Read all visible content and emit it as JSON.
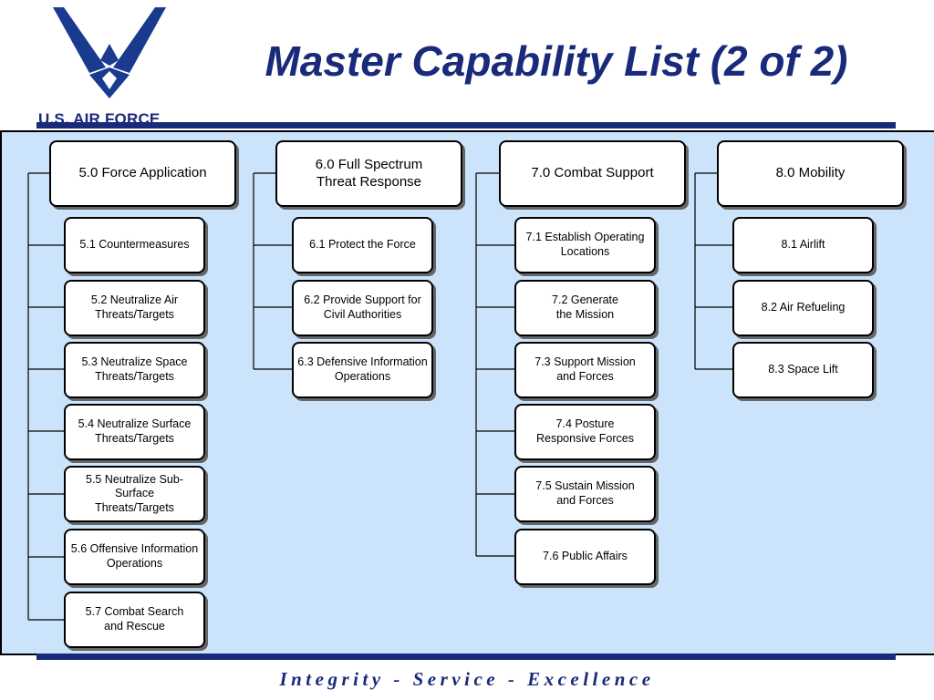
{
  "header": {
    "logo_text": "U.S. AIR FORCE",
    "title": "Master Capability List (2 of 2)"
  },
  "columns": [
    {
      "head": "5.0 Force Application",
      "items": [
        "5.1 Countermeasures",
        "5.2 Neutralize Air Threats/Targets",
        "5.3 Neutralize Space Threats/Targets",
        "5.4 Neutralize Surface Threats/Targets",
        "5.5 Neutralize Sub-Surface Threats/Targets",
        "5.6 Offensive Information Operations",
        "5.7 Combat Search and Rescue"
      ]
    },
    {
      "head": "6.0 Full Spectrum Threat Response",
      "items": [
        "6.1 Protect the Force",
        "6.2 Provide Support for Civil Authorities",
        "6.3  Defensive Information Operations"
      ]
    },
    {
      "head": "7.0 Combat Support",
      "items": [
        "7.1 Establish Operating Locations",
        "7.2 Generate the Mission",
        "7.3 Support Mission and Forces",
        "7.4 Posture Responsive Forces",
        "7.5 Sustain Mission and Forces",
        "7.6 Public Affairs"
      ]
    },
    {
      "head": "8.0 Mobility",
      "items": [
        "8.1 Airlift",
        "8.2 Air Refueling",
        "8.3 Space Lift"
      ]
    }
  ],
  "footer": "Integrity - Service - Excellence",
  "colors": {
    "navy": "#1a2a7a",
    "panel": "#cce4fb"
  }
}
